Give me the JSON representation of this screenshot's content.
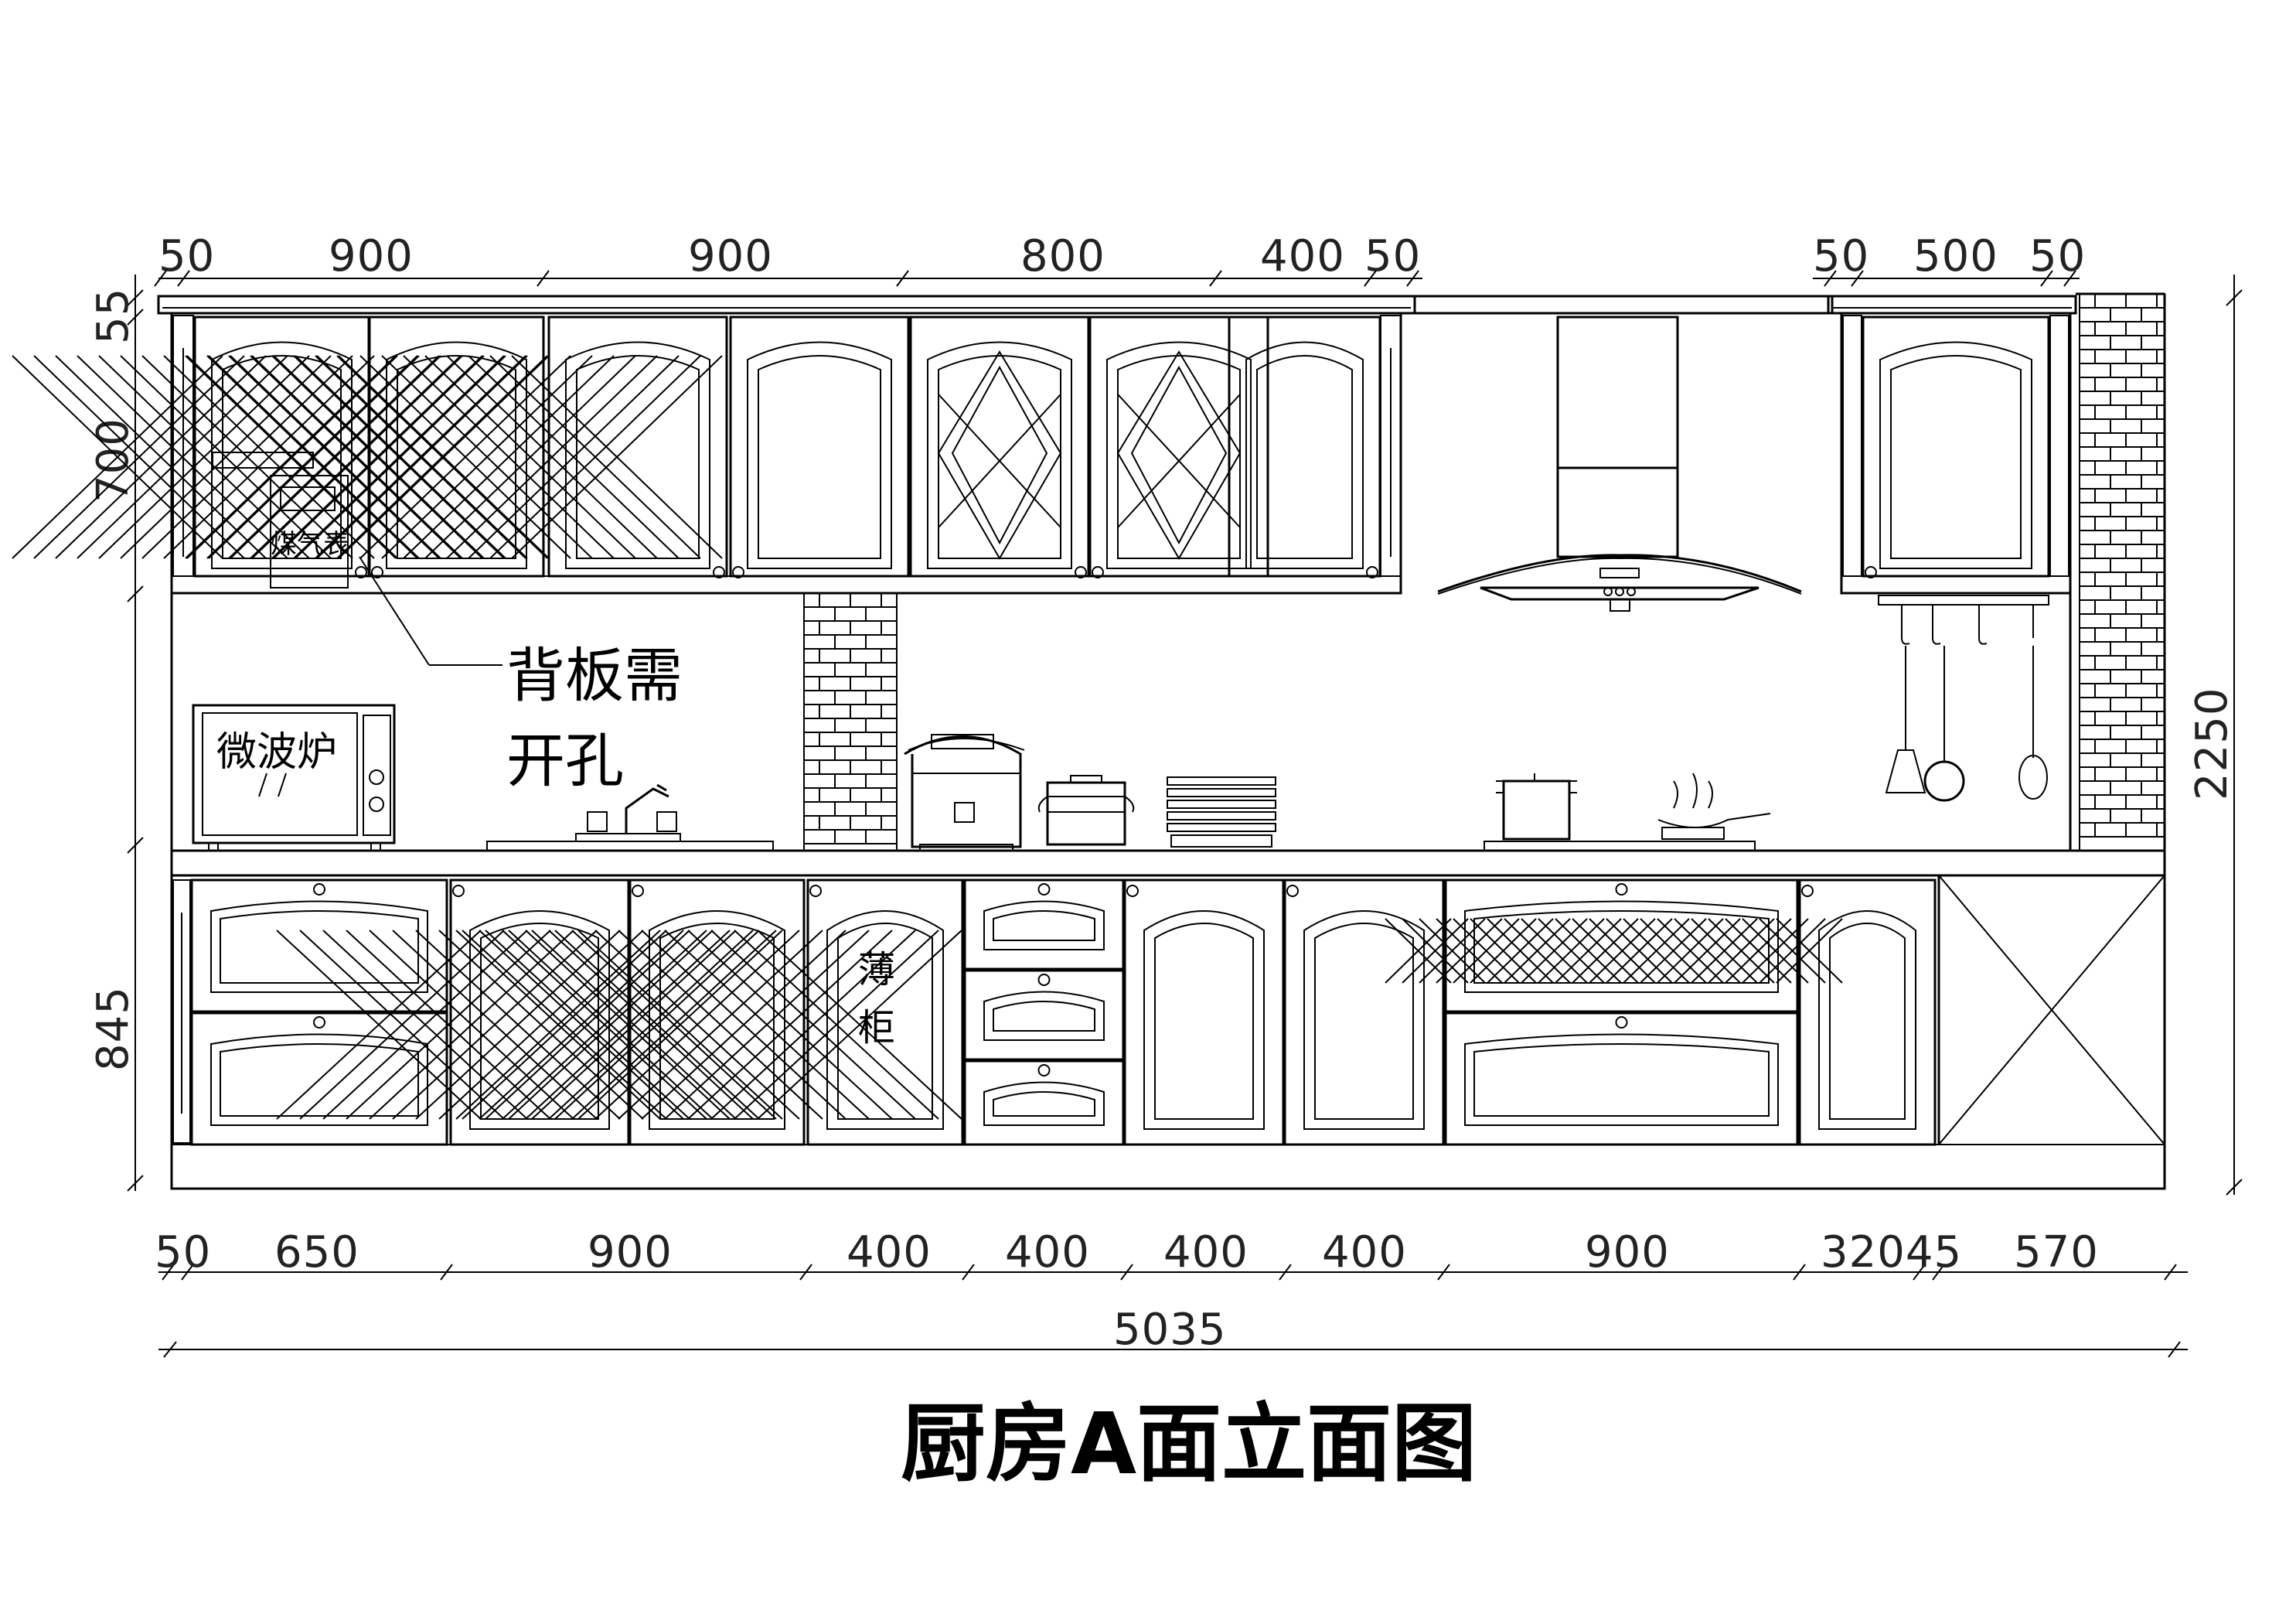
{
  "title": "厨房A面立面图",
  "labels": {
    "gas_meter": "煤气表",
    "microwave": "微波炉",
    "back_panel_note_line1": "背板需",
    "back_panel_note_line2": "开孔",
    "thin_cabinet_line1": "薄",
    "thin_cabinet_line2": "柜"
  },
  "dimensions": {
    "top": [
      "50",
      "900",
      "900",
      "800",
      "400",
      "50",
      "50",
      "500",
      "50"
    ],
    "bottom": [
      "50",
      "650",
      "900",
      "400",
      "400",
      "400",
      "400",
      "900",
      "32045",
      "570"
    ],
    "total": "5035",
    "left_vertical": [
      "55",
      "700",
      "845"
    ],
    "right_vertical": "2250"
  }
}
